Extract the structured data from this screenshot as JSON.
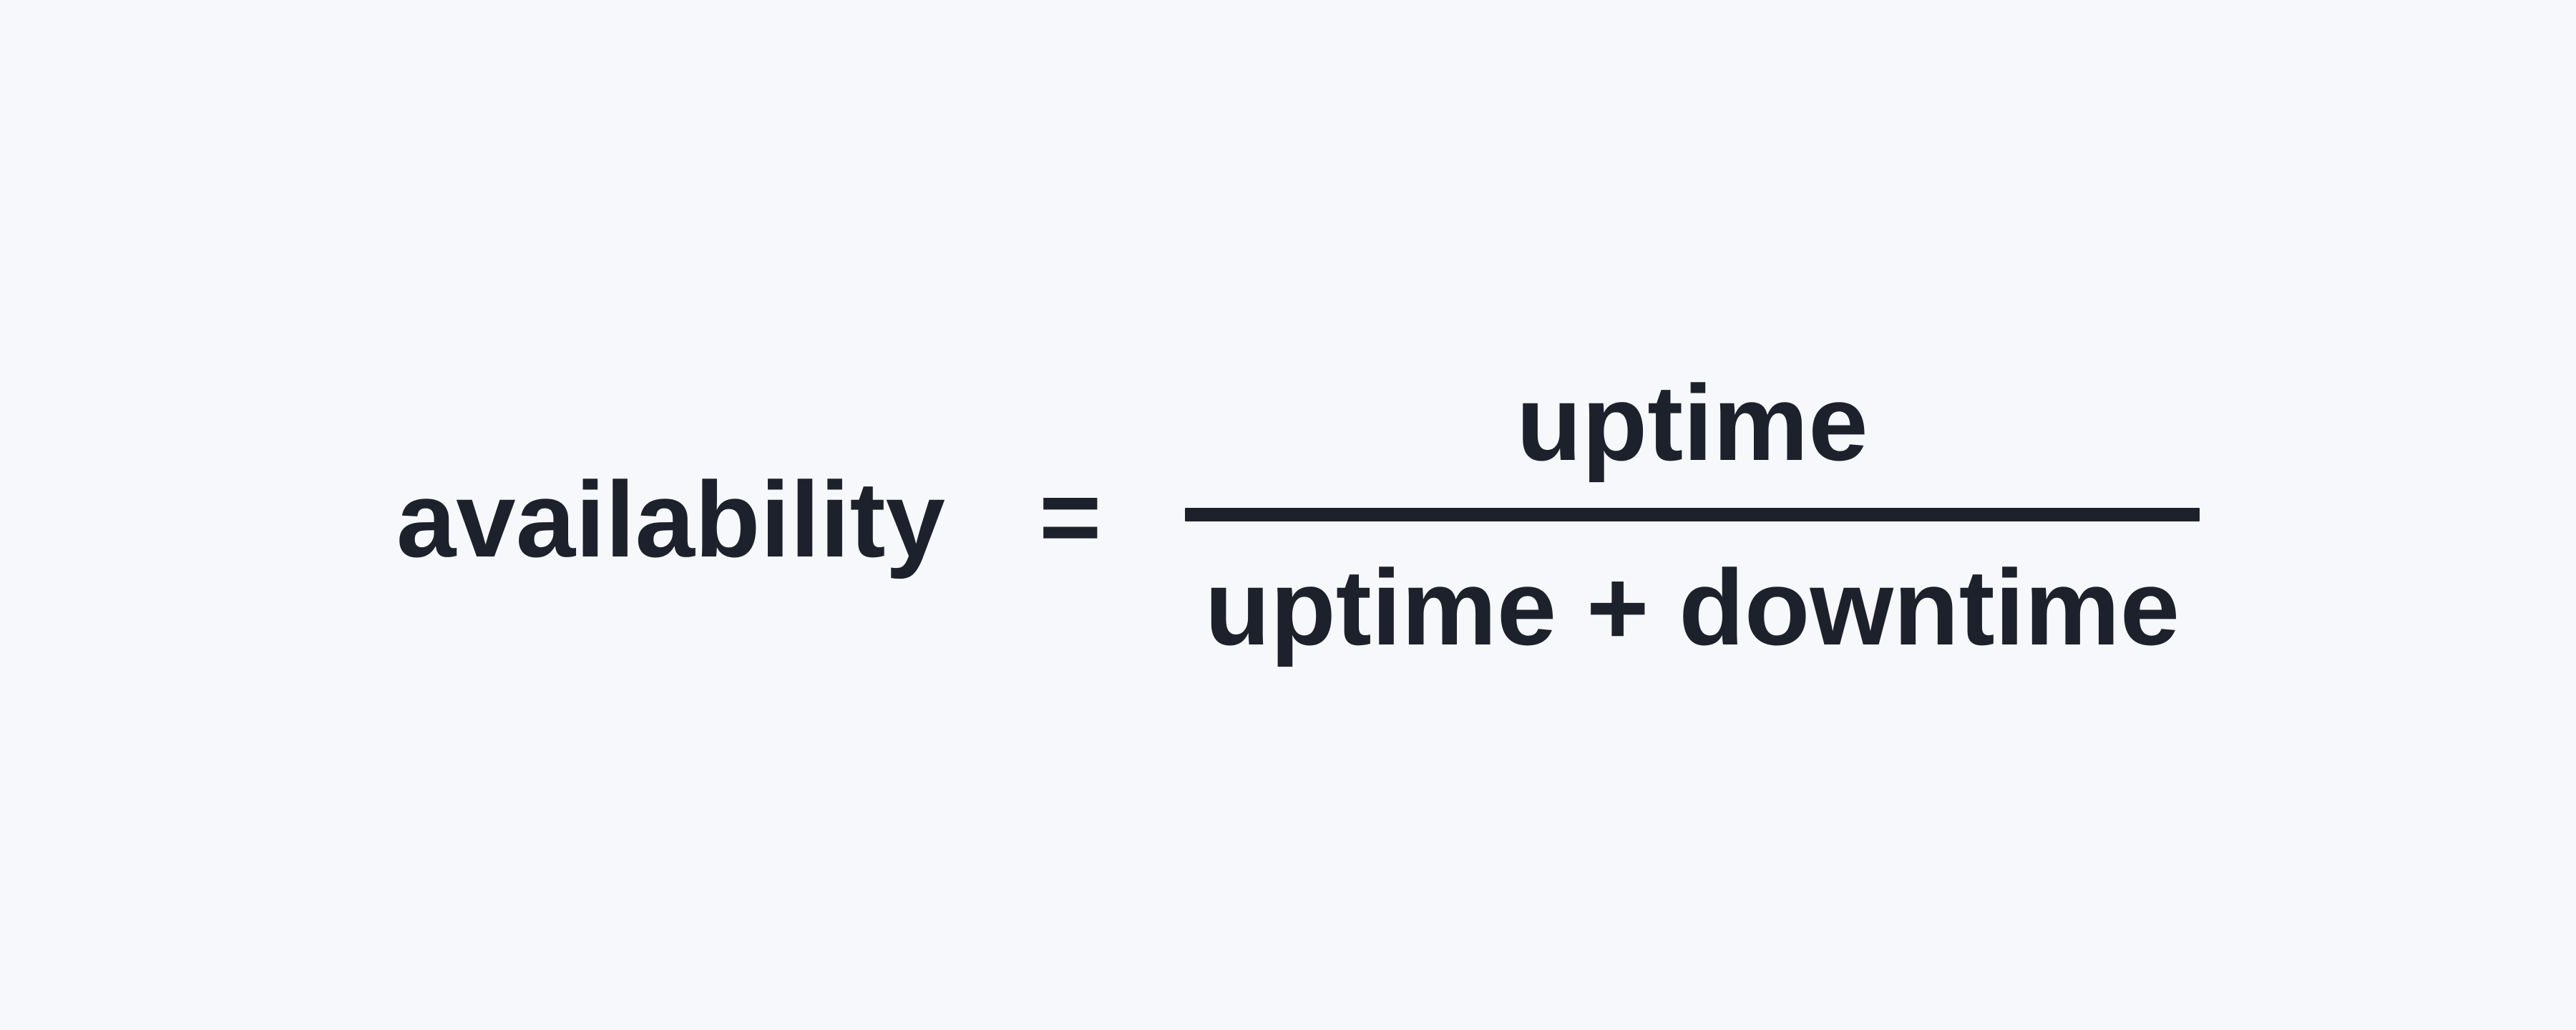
{
  "colors": {
    "background": "#f7f8fb",
    "ink": "#1d212b"
  },
  "formula": {
    "lhs": "availability",
    "equals": "=",
    "numerator": "uptime",
    "denominator": "uptime + downtime"
  }
}
